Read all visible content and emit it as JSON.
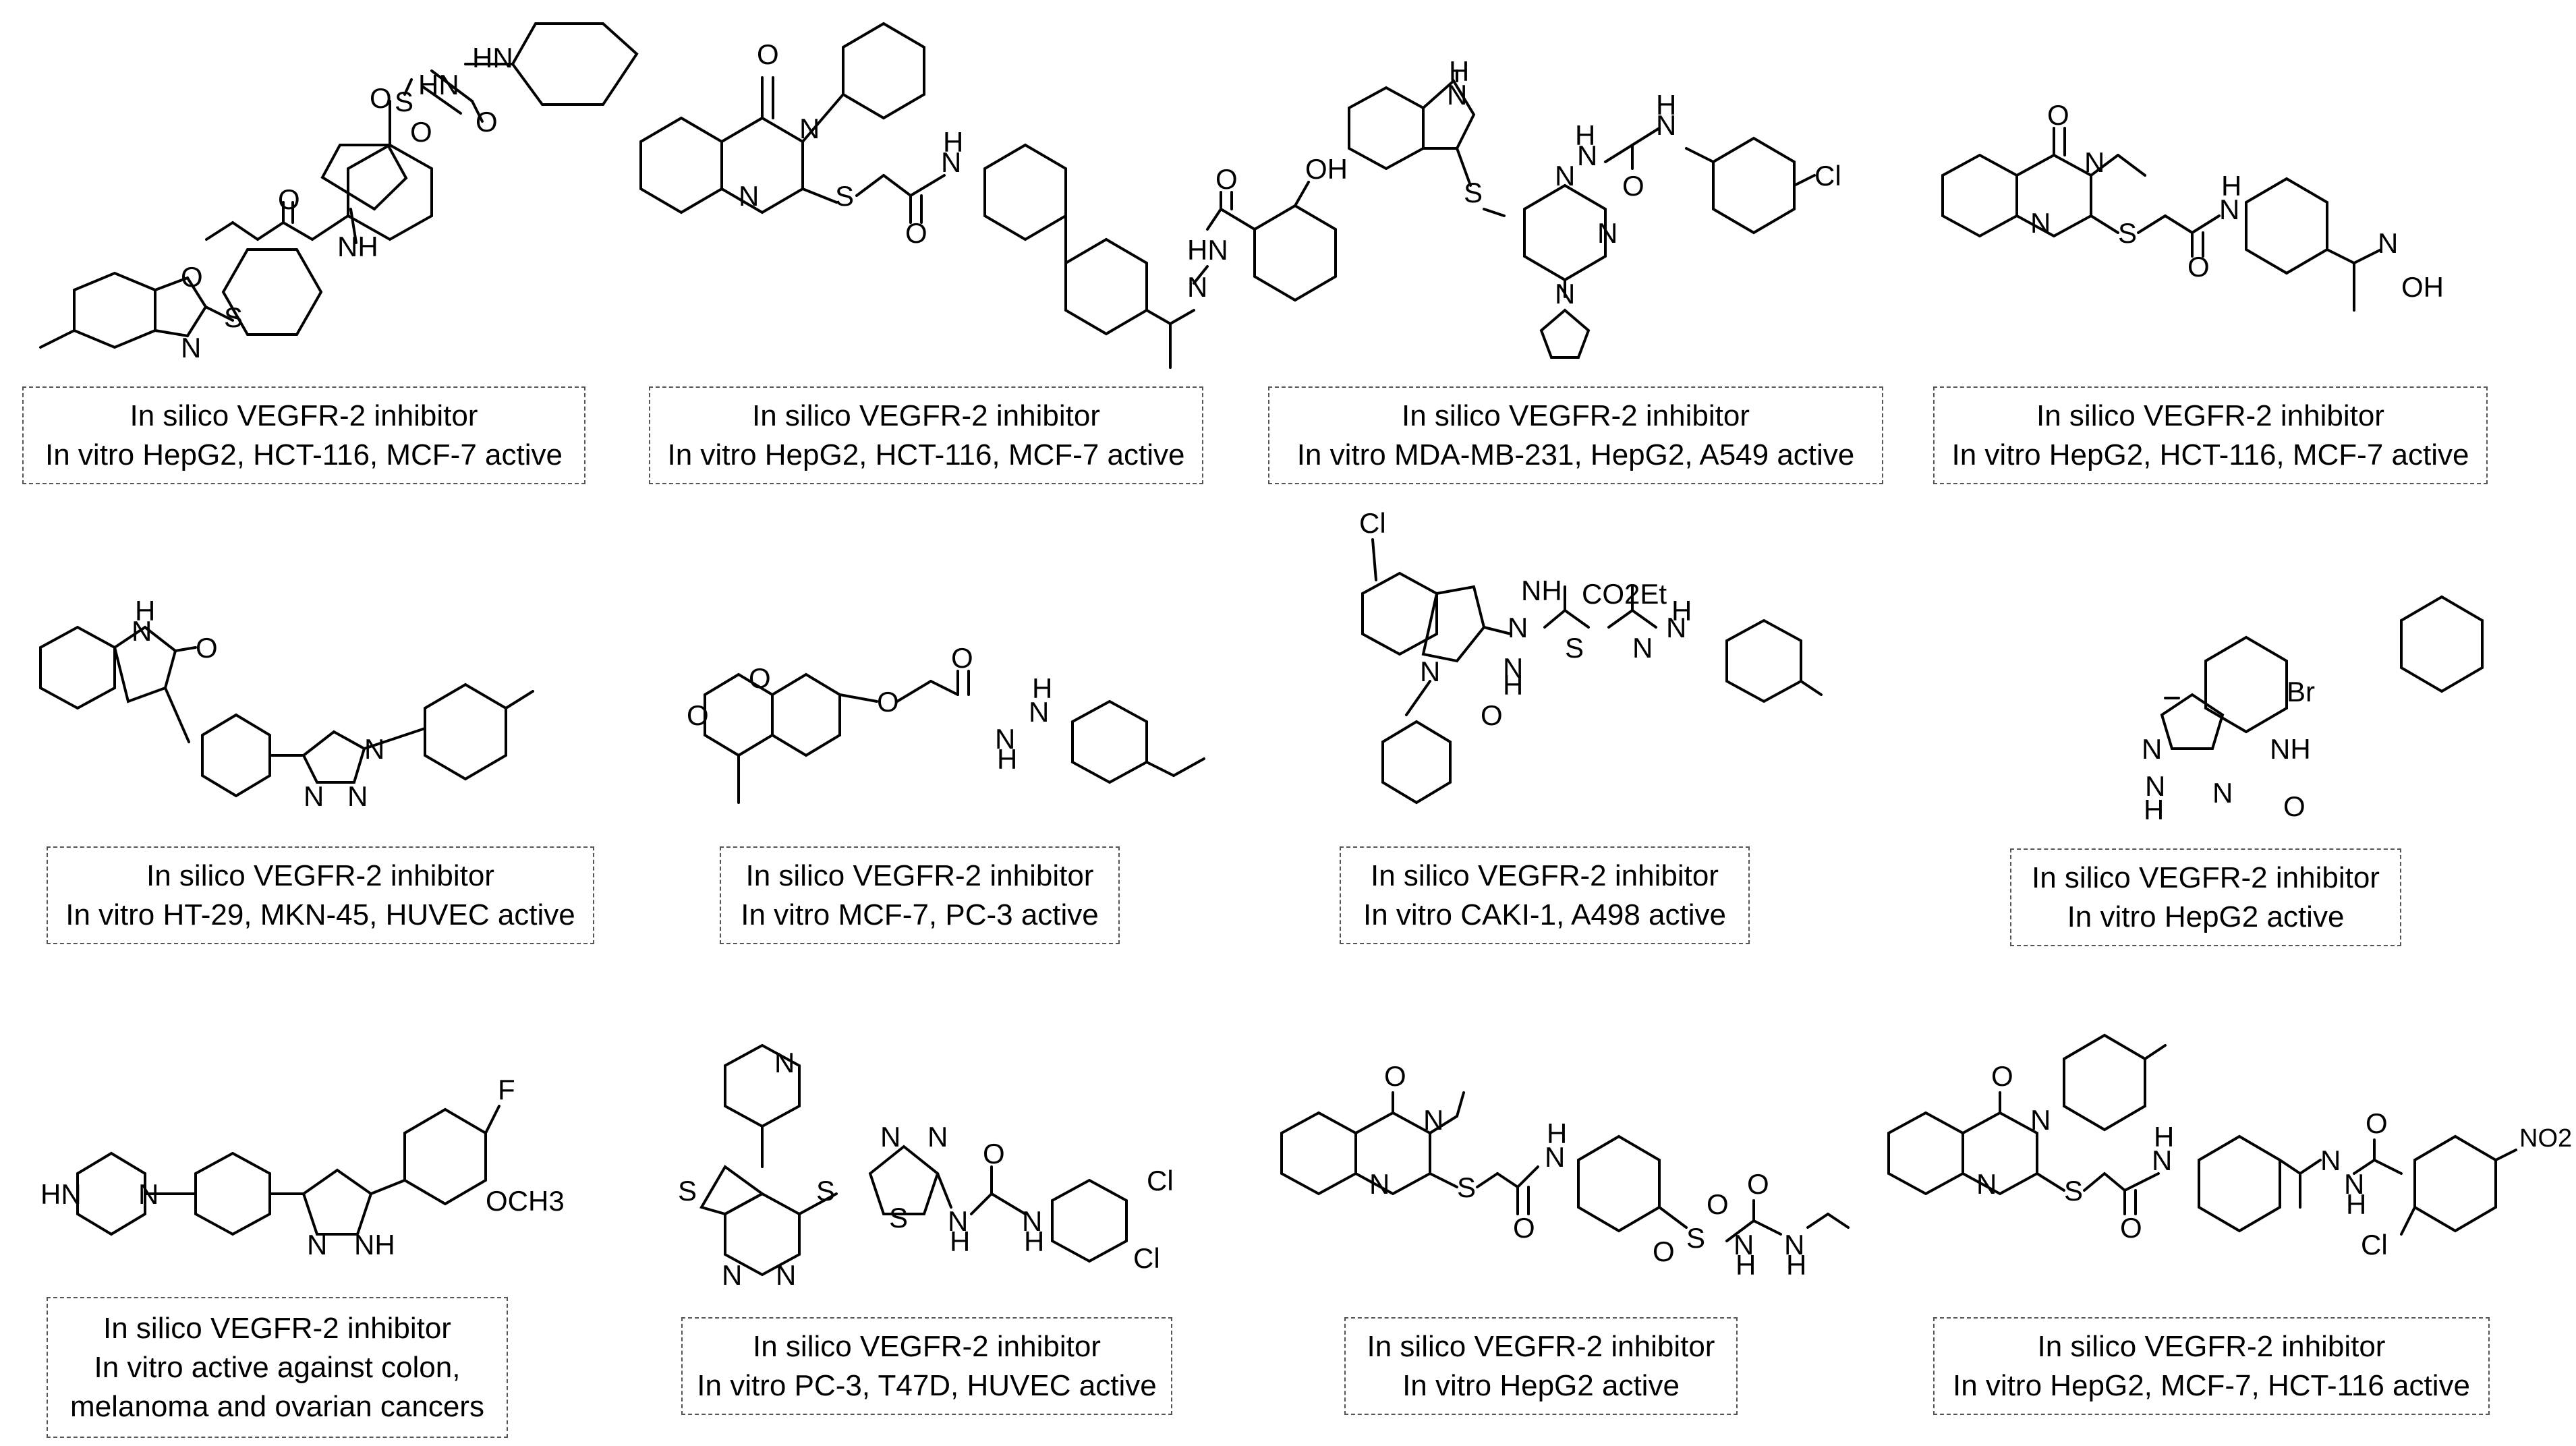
{
  "compounds": [
    {
      "atoms": {
        "hn": "HN",
        "nh": "NH",
        "s": "S",
        "o": "O",
        "n": "N"
      },
      "caption": [
        "In silico VEGFR-2 inhibitor",
        "In vitro HepG2, HCT-116,  MCF-7 active"
      ]
    },
    {
      "atoms": {
        "o": "O",
        "n": "N",
        "s": "S",
        "nh": "N",
        "h": "H",
        "hn": "HN",
        "oh": "OH"
      },
      "caption": [
        "In silico VEGFR-2 inhibitor",
        "In vitro HepG2, HCT-116,  MCF-7 active"
      ]
    },
    {
      "atoms": {
        "h": "H",
        "n": "N",
        "s": "S",
        "cl": "Cl",
        "o": "O"
      },
      "caption": [
        "In silico VEGFR-2 inhibitor",
        "In vitro MDA-MB-231, HepG2, A549 active"
      ]
    },
    {
      "atoms": {
        "o": "O",
        "n": "N",
        "s": "S",
        "h": "H",
        "noh": "OH"
      },
      "caption": [
        "In silico VEGFR-2 inhibitor",
        "In vitro HepG2, HCT-116,  MCF-7 active"
      ]
    },
    {
      "atoms": {
        "h": "H",
        "n": "N",
        "o": "O"
      },
      "caption": [
        "In silico VEGFR-2 inhibitor",
        "In vitro HT-29, MKN-45, HUVEC active"
      ]
    },
    {
      "atoms": {
        "o": "O",
        "h": "H",
        "n": "N"
      },
      "caption": [
        "In silico VEGFR-2 inhibitor",
        "In vitro MCF-7, PC-3 active"
      ]
    },
    {
      "atoms": {
        "cl": "Cl",
        "nh": "NH",
        "co2et": "CO2Et",
        "n": "N",
        "h": "H",
        "s": "S",
        "o": "O"
      },
      "caption": [
        "In silico VEGFR-2 inhibitor",
        "In vitro CAKI-1, A498 active"
      ]
    },
    {
      "atoms": {
        "br": "Br",
        "n": "N",
        "nh": "NH",
        "h": "H",
        "o": "O"
      },
      "caption": [
        "In silico VEGFR-2 inhibitor",
        "In vitro HepG2 active"
      ]
    },
    {
      "atoms": {
        "hn": "HN",
        "n": "N",
        "f": "F",
        "och3": "OCH3",
        "nh": "NH"
      },
      "caption": [
        "In silico VEGFR-2 inhibitor",
        "In vitro active against colon,",
        "melanoma and ovarian cancers"
      ]
    },
    {
      "atoms": {
        "n": "N",
        "s": "S",
        "h": "H",
        "o": "O",
        "cl": "Cl"
      },
      "caption": [
        "In silico VEGFR-2 inhibitor",
        "In vitro PC-3, T47D, HUVEC active"
      ]
    },
    {
      "atoms": {
        "o": "O",
        "n": "N",
        "s": "S",
        "h": "H"
      },
      "caption": [
        "In silico VEGFR-2 inhibitor",
        "In vitro HepG2 active"
      ]
    },
    {
      "atoms": {
        "o": "O",
        "n": "N",
        "s": "S",
        "h": "H",
        "cl": "Cl",
        "no2": "NO2"
      },
      "caption": [
        "In silico VEGFR-2 inhibitor",
        "In vitro HepG2, MCF-7, HCT-116 active"
      ]
    }
  ]
}
